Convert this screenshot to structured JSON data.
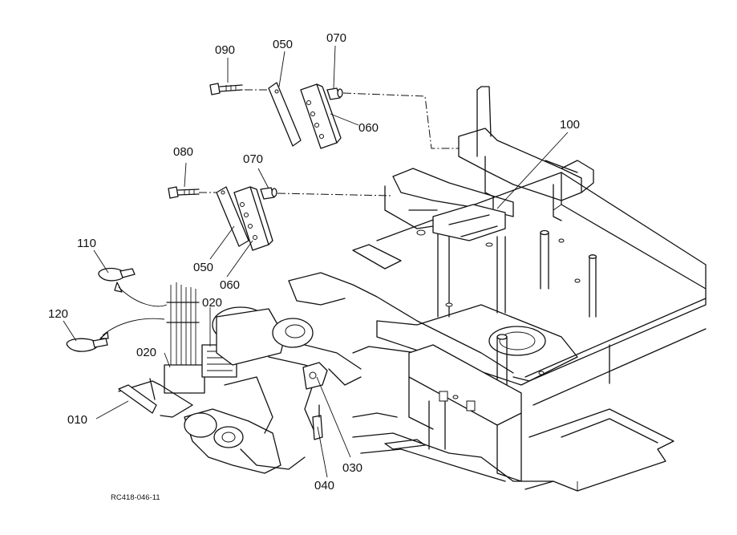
{
  "diagram": {
    "reference_code": "RC418-046-11",
    "callouts": [
      {
        "id": "090",
        "label": "090"
      },
      {
        "id": "050-top",
        "label": "050"
      },
      {
        "id": "070-top",
        "label": "070"
      },
      {
        "id": "060-top",
        "label": "060"
      },
      {
        "id": "100",
        "label": "100"
      },
      {
        "id": "080",
        "label": "080"
      },
      {
        "id": "070-mid",
        "label": "070"
      },
      {
        "id": "110",
        "label": "110"
      },
      {
        "id": "050-mid",
        "label": "050"
      },
      {
        "id": "060-mid",
        "label": "060"
      },
      {
        "id": "120",
        "label": "120"
      },
      {
        "id": "020-right",
        "label": "020"
      },
      {
        "id": "020-left",
        "label": "020"
      },
      {
        "id": "010",
        "label": "010"
      },
      {
        "id": "030",
        "label": "030"
      },
      {
        "id": "040",
        "label": "040"
      }
    ]
  }
}
